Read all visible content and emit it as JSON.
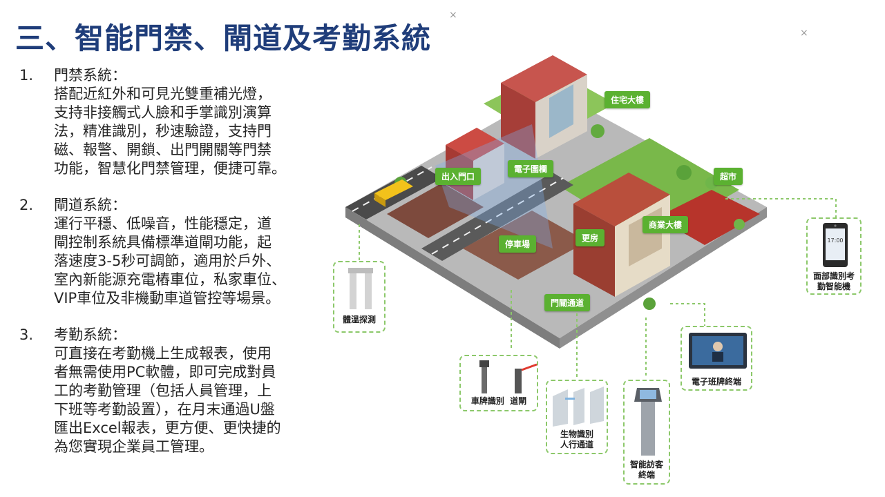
{
  "title": "三、智能門禁、閘道及考勤系統",
  "sections": [
    {
      "number": "1.",
      "title": "門禁系統：",
      "lines": [
        "搭配近紅外和可見光雙重補光燈，",
        "支持非接觸式人臉和手掌識別演算",
        "法，精准識別，秒速驗證，支持門",
        "磁、報警、開鎖、出門開關等門禁",
        "功能，智慧化門禁管理，便捷可靠。"
      ]
    },
    {
      "number": "2.",
      "title": "閘道系統：",
      "lines": [
        "運行平穩、低噪音，性能穩定，道",
        "閘控制系統具備標準道閘功能，起",
        "落速度3-5秒可調節，適用於戶外、",
        "室內新能源充電樁車位，私家車位、",
        "VIP車位及非機動車道管控等場景。"
      ]
    },
    {
      "number": "3.",
      "title": "考勤系統：",
      "lines": [
        "可直接在考勤機上生成報表，使用",
        "者無需使用PC軟體，即可完成對員",
        "工的考勤管理（包括人員管理，上",
        "下班等考勤設置），在月末通過U盤",
        "匯出Excel報表，更方便、更快捷的",
        "為您實現企業員工管理。"
      ]
    }
  ],
  "map_tags": {
    "residential": "住宅大樓",
    "entrance": "出入門口",
    "fence": "電子圍欄",
    "supermarket": "超市",
    "commercial": "商業大樓",
    "parking": "停車場",
    "guard_room": "更房",
    "gate_passage": "門關通道"
  },
  "devices": {
    "face_attendance": "面部識別考\n勤智能機",
    "temperature": "體溫探測",
    "signage": "電子班牌終端",
    "plate_gate": "車牌識別  道閘",
    "bio_passage": "生物識別\n人行通道",
    "visitor": "智能訪客\n終端"
  },
  "screen_time": "17:00",
  "colors": {
    "title": "#1f3d7a",
    "tag": "#5bb131",
    "dash": "#8cc86a"
  }
}
